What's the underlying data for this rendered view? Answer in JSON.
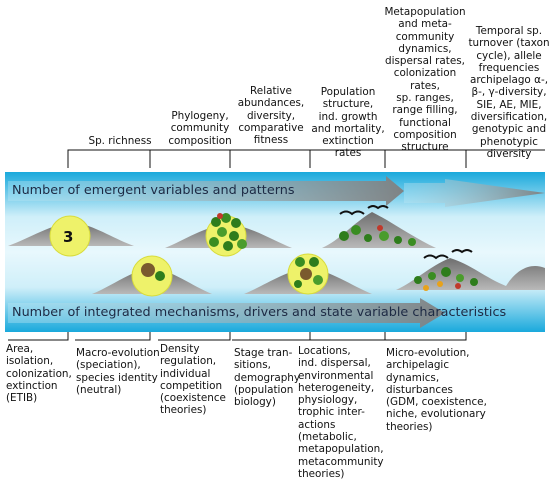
{
  "top_labels": [
    "Sp. richness",
    "Phylogeny,\ncommunity\ncomposition",
    "Relative\nabundances,\ndiversity,\ncomparative\nfitness",
    "Population\nstructure,\nind. growth\nand mortality,\nextinction\nrates",
    "Metapopulation\nand meta-\ncommunity\ndynamics,\ndispersal rates,\ncolonization rates,\nsp. ranges,\nrange filling,\nfunctional\ncomposition\nstructure",
    "Temporal sp.\nturnover (taxon\ncycle), allele\nfrequencies\narchipelago α-,\nβ-, γ-diversity,\nSIE, AE, MIE,\ndiversification,\ngenotypic and\nphenotypic\ndiversity"
  ],
  "bottom_labels": [
    "Area,\nisolation,\ncolonization,\nextinction\n(ETIB)",
    "Macro-evolution\n(speciation),\nspecies identity\n(neutral)",
    "Density\nregulation,\nindividual\ncompetition\n(coexistence\ntheories)",
    "Stage tran-\nsitions,\ndemography\n(population\nbiology)",
    "Locations,\nind. dispersal,\nenvironmental\nheterogeneity,\nphysiology,\ntrophic inter-\nactions\n(metabolic,\nmetapopulation,\nmetacommunity\ntheories)",
    "Micro-evolution,\narchipelagic\ndynamics,\ndisturbances\n(GDM, coexistence,\nniche, evolutionary\ntheories)"
  ],
  "arrows": {
    "top_text": "Number of emergent variables and patterns",
    "bottom_text": "Number of integrated mechanisms, drivers and state variable characteristics"
  },
  "first_island_number": "3",
  "colors": {
    "band_light": "#d9f4fb",
    "band_dark": "#1aa9dc",
    "arrow_grey": "#8c8c8c",
    "island": "#9a9a9a",
    "sun": "#eef26a"
  }
}
